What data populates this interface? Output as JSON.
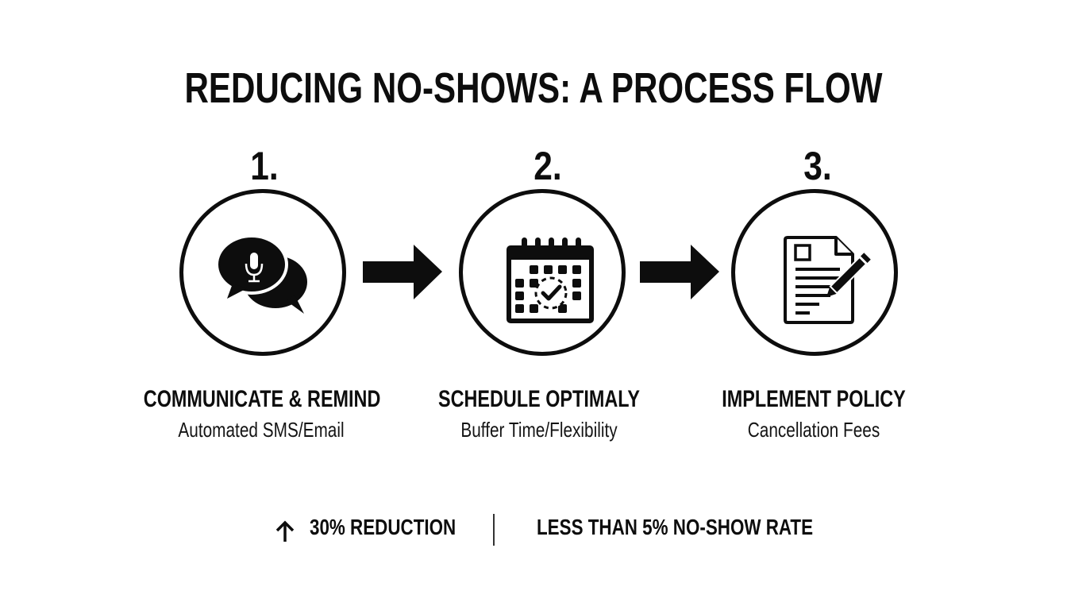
{
  "title": "REDUCING NO-SHOWS: A PROCESS FLOW",
  "colors": {
    "foreground": "#0d0d0d",
    "background": "#ffffff"
  },
  "steps": [
    {
      "number": "1.",
      "icon": "chat-bubbles-microphone-icon",
      "heading": "COMMUNICATE & REMIND",
      "subtext": "Automated SMS/Email"
    },
    {
      "number": "2.",
      "icon": "calendar-check-icon",
      "heading": "SCHEDULE OPTIMALY",
      "subtext": "Buffer Time/Flexibility"
    },
    {
      "number": "3.",
      "icon": "document-pen-icon",
      "heading": "IMPLEMENT POLICY",
      "subtext": "Cancellation Fees"
    }
  ],
  "connectors": [
    "arrow-right-icon",
    "arrow-right-icon"
  ],
  "outcomes": {
    "left": {
      "icon": "arrow-up-icon",
      "text": "30% REDUCTION"
    },
    "right": {
      "text": "LESS THAN 5% NO-SHOW RATE"
    }
  }
}
